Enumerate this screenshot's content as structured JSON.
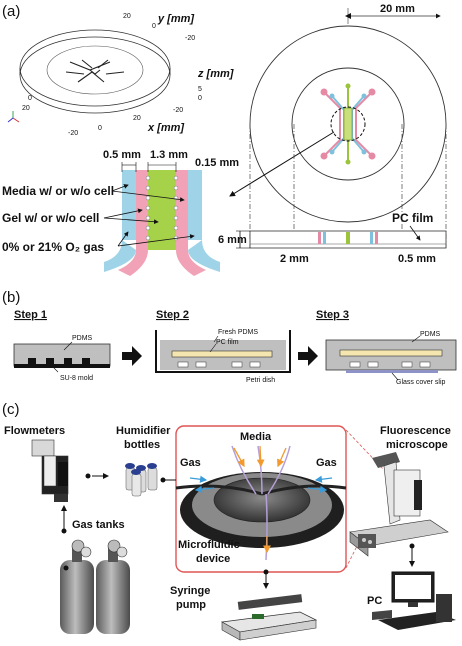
{
  "panels": {
    "a": "(a)",
    "b": "(b)",
    "c": "(c)"
  },
  "panel_a": {
    "axes": {
      "y": "y [mm]",
      "z": "z [mm]",
      "x": "x [mm]",
      "ticks": [
        "20",
        "0",
        "-20",
        "20",
        "0",
        "-20",
        "5",
        "0",
        "-20",
        "0",
        "20"
      ]
    },
    "top_dim": "20 mm",
    "dims": {
      "d05": "0.5 mm",
      "d13": "1.3 mm",
      "d015": "0.15 mm",
      "d6": "6 mm",
      "d2": "2 mm",
      "d05b": "0.5 mm"
    },
    "labels": {
      "media": "Media w/ or w/o cell",
      "gel": "Gel w/ or w/o cell",
      "gas": "0% or 21% O₂ gas",
      "pc_film": "PC film"
    }
  },
  "panel_b": {
    "step1": {
      "title": "Step 1",
      "pdms": "PDMS",
      "mold": "SU-8 mold"
    },
    "step2": {
      "title": "Step 2",
      "fresh": "Fresh PDMS",
      "pcfilm": "PC film",
      "dish": "Petri dish"
    },
    "step3": {
      "title": "Step 3",
      "pdms": "PDMS",
      "glass": "Glass cover slip"
    }
  },
  "panel_c": {
    "flowmeters": "Flowmeters",
    "humidifier": "Humidifier bottles",
    "gas_tanks": "Gas tanks",
    "media": "Media",
    "gas_left": "Gas",
    "gas_right": "Gas",
    "microfluidic": "Microfluidic device",
    "syringe": "Syringe pump",
    "microscope": "Fluorescence microscope",
    "pc": "PC"
  },
  "colors": {
    "media": "#9fd3e8",
    "gel": "#f2a2b6",
    "center": "#a6d24a",
    "frame": "#e05555",
    "arrow_orange": "#f29a2e",
    "arrow_blue": "#3a9bd9"
  }
}
